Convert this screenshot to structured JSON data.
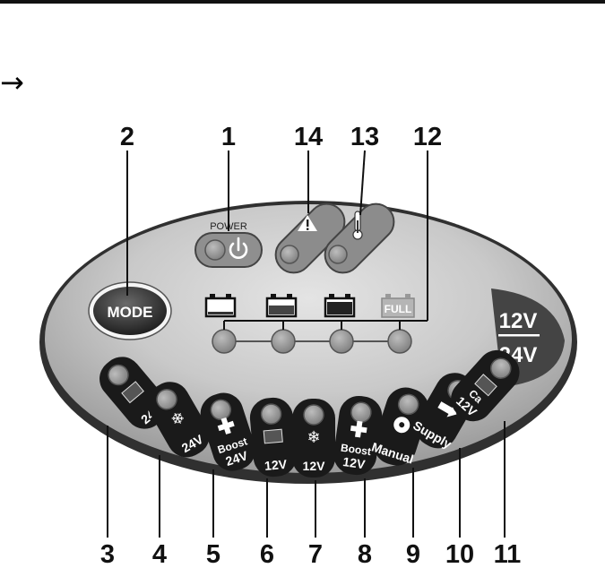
{
  "arrow": "→",
  "callouts_top": [
    "2",
    "1",
    "14",
    "13",
    "12"
  ],
  "callouts_bottom": [
    "3",
    "4",
    "5",
    "6",
    "7",
    "8",
    "9",
    "10",
    "11"
  ],
  "panel": {
    "power_label": "POWER",
    "mode_label": "MODE",
    "full_label": "FULL",
    "voltage_top": "12V",
    "voltage_bottom": "24V"
  },
  "segments": [
    {
      "line1": "",
      "line2": "24V",
      "icon": "battery-icon"
    },
    {
      "line1": "",
      "line2": "24V",
      "icon": "snowflake-icon"
    },
    {
      "line1": "Boost",
      "line2": "24V",
      "icon": "plus-icon"
    },
    {
      "line1": "",
      "line2": "12V",
      "icon": "battery-icon"
    },
    {
      "line1": "",
      "line2": "12V",
      "icon": "snowflake-icon"
    },
    {
      "line1": "Boost",
      "line2": "12V",
      "icon": "plus-icon"
    },
    {
      "line1": "",
      "line2": "Manual",
      "icon": "fan-icon"
    },
    {
      "line1": "",
      "line2": "Supply",
      "icon": "arrow-icon"
    },
    {
      "line1": "Ca",
      "line2": "12V",
      "icon": "calcium-battery-icon"
    }
  ]
}
